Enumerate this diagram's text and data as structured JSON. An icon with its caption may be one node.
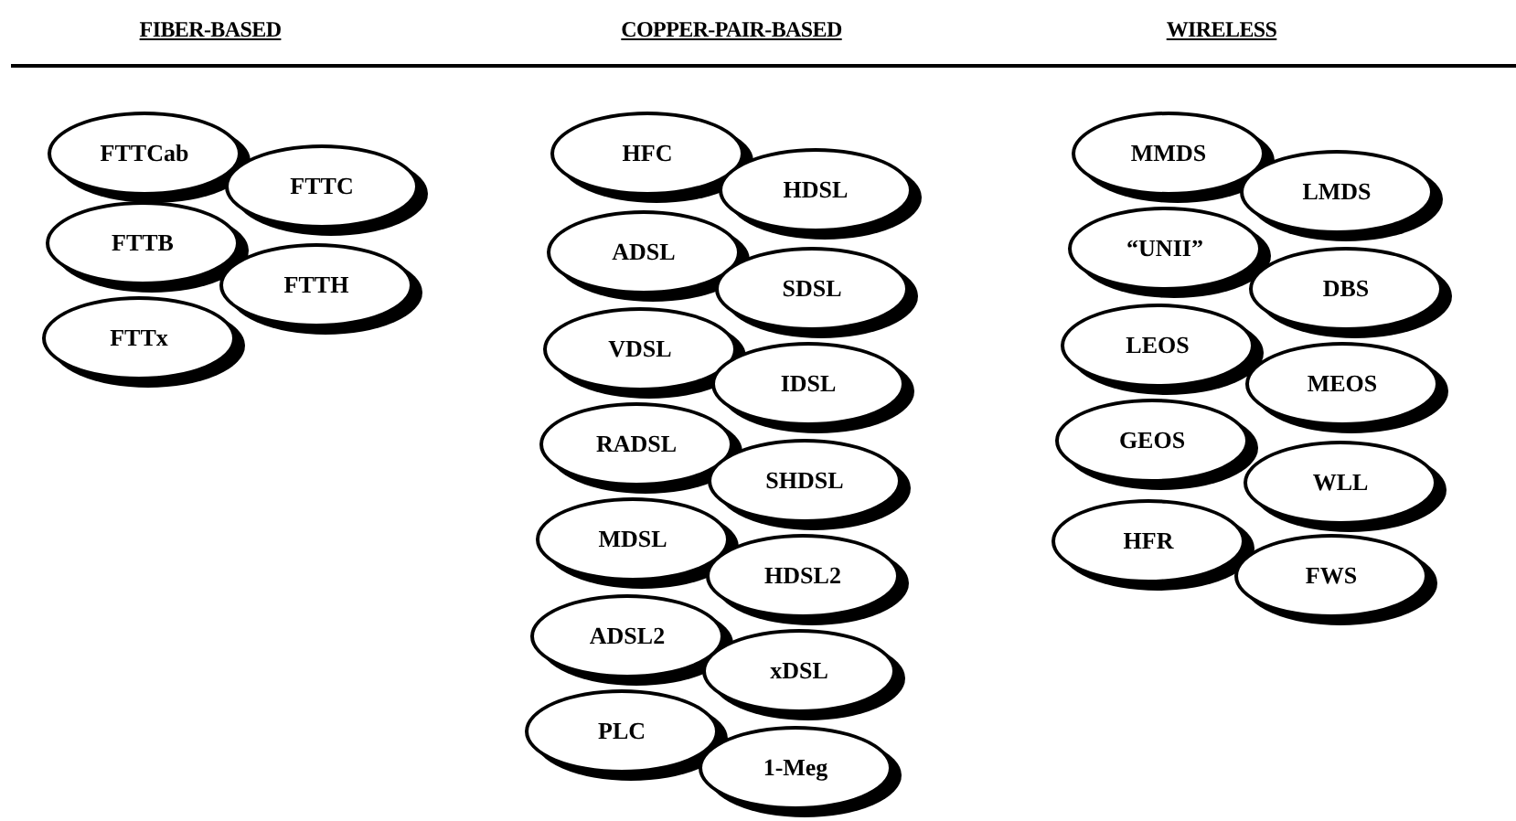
{
  "diagram": {
    "nodes": [
      {
        "text": [
          "FTTCab"
        ]
      },
      {
        "text": [
          "FTTC"
        ]
      },
      {
        "text": [
          "FTTB"
        ]
      },
      {
        "text": [
          "FTTH"
        ]
      },
      {
        "text": [
          "FTTx"
        ]
      },
      {
        "text": [
          "HFC"
        ]
      },
      {
        "text": [
          "HDSL"
        ]
      },
      {
        "text": [
          "ADSL"
        ]
      },
      {
        "text": [
          "SDSL"
        ]
      },
      {
        "text": [
          "VDSL"
        ]
      },
      {
        "text": [
          "IDSL"
        ]
      },
      {
        "text": [
          "RADSL"
        ]
      },
      {
        "text": [
          "SHDSL"
        ]
      },
      {
        "text": [
          "MDSL"
        ]
      },
      {
        "text": [
          "HDSL2"
        ]
      },
      {
        "text": [
          "ADSL2"
        ]
      },
      {
        "text": [
          "xDSL"
        ]
      },
      {
        "text": [
          "PLC"
        ]
      },
      {
        "text": [
          "1-Meg"
        ]
      },
      {
        "text": [
          "MMDS"
        ]
      },
      {
        "text": [
          "LMDS"
        ]
      },
      {
        "text": [
          "“UNII”"
        ]
      },
      {
        "text": [
          "DBS"
        ]
      },
      {
        "text": [
          "LEOS"
        ]
      },
      {
        "text": [
          "MEOS"
        ]
      },
      {
        "text": [
          "GEOS"
        ]
      },
      {
        "text": [
          "WLL"
        ]
      },
      {
        "text": [
          "HFR"
        ]
      },
      {
        "text": [
          "FWS"
        ]
      }
    ],
    "labels": [
      "FIBER-BASED",
      "COPPER-PAIR-BASED",
      "WIRELESS"
    ]
  }
}
